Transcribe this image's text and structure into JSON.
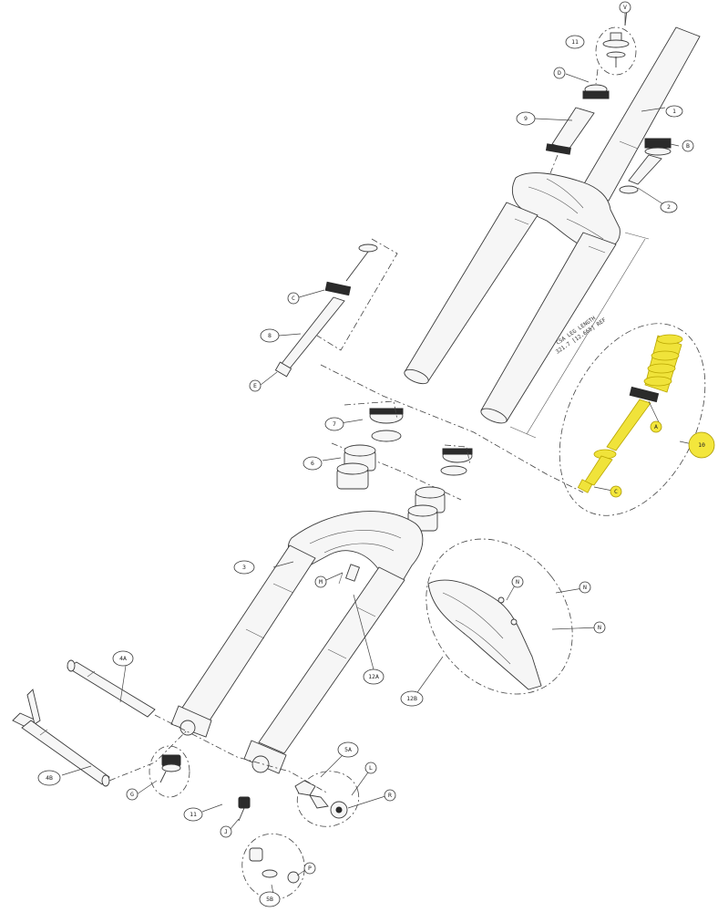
{
  "labels": {
    "l1": "1",
    "l2": "2",
    "l3": "3",
    "l4a": "4A",
    "l4b": "4B",
    "l5a": "5A",
    "l5b": "5B",
    "l6": "6",
    "l7": "7",
    "l8": "8",
    "l9": "9",
    "l10": "10",
    "l11a": "11",
    "l11b": "11",
    "l12a": "12A",
    "l12b": "12B",
    "lA": "A",
    "lB": "B",
    "lC1": "C",
    "lC2": "C",
    "lD": "D",
    "lE": "E",
    "lG": "G",
    "lJ": "J",
    "lL": "L",
    "lM": "M",
    "lN1": "N",
    "lN2": "N",
    "lN3": "N",
    "lP": "P",
    "lR": "R",
    "lV": "V"
  },
  "annotation": {
    "line1": "CSA LEG LENGTH",
    "line2": "321.7 [12.665] REF"
  },
  "colors": {
    "highlight": "#f0e33a",
    "line": "#3a3a3a"
  }
}
